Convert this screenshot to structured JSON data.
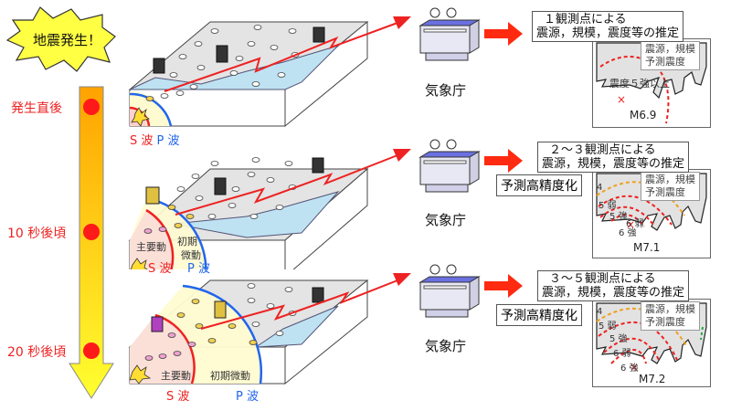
{
  "event_label": "地震発生！",
  "timeline": [
    {
      "label": "発生直後"
    },
    {
      "label": "10 秒後頃"
    },
    {
      "label": "20 秒後頃"
    }
  ],
  "colors": {
    "s_wave": "#ee2222",
    "p_wave": "#2266ee",
    "arrow": "#ee2222",
    "timeline_top": "#ffa500",
    "timeline_bottom": "#ffff33"
  },
  "stages": [
    {
      "s_wave_label": "S 波",
      "p_wave_label": "P 波",
      "agency_label": "気象庁",
      "estimate_line1": "１観測点による",
      "estimate_line2": "震源，規模，震度等の推定",
      "map_legend_line1": "震源，規模",
      "map_legend_line2": "予測震度",
      "map_intensity_label": "震度５強以上",
      "magnitude": "M6.9"
    },
    {
      "s_wave_label": "S 波",
      "p_wave_label": "P 波",
      "main_motion": "主要動",
      "initial_motion_1": "初期",
      "initial_motion_2": "微動",
      "agency_label": "気象庁",
      "estimate_line1": "２～３観測点による",
      "estimate_line2": "震源，規模，震度等の推定",
      "accuracy_label": "予測高精度化",
      "map_legend_line1": "震源，規模",
      "map_legend_line2": "予測震度",
      "intensities": [
        "4",
        "5 弱",
        "5 強",
        "6 弱",
        "6 強"
      ],
      "magnitude": "M7.1"
    },
    {
      "s_wave_label": "S 波",
      "p_wave_label": "P 波",
      "main_motion": "主要動",
      "initial_motion": "初期微動",
      "agency_label": "気象庁",
      "estimate_line1": "３～５観測点による",
      "estimate_line2": "震源，規模，震度等の推定",
      "accuracy_label": "予測高精度化",
      "map_legend_line1": "震源，規模",
      "map_legend_line2": "予測震度",
      "intensities": [
        "4",
        "5 弱",
        "5 強",
        "6 弱",
        "6 強"
      ],
      "magnitude": "M7.2"
    }
  ]
}
